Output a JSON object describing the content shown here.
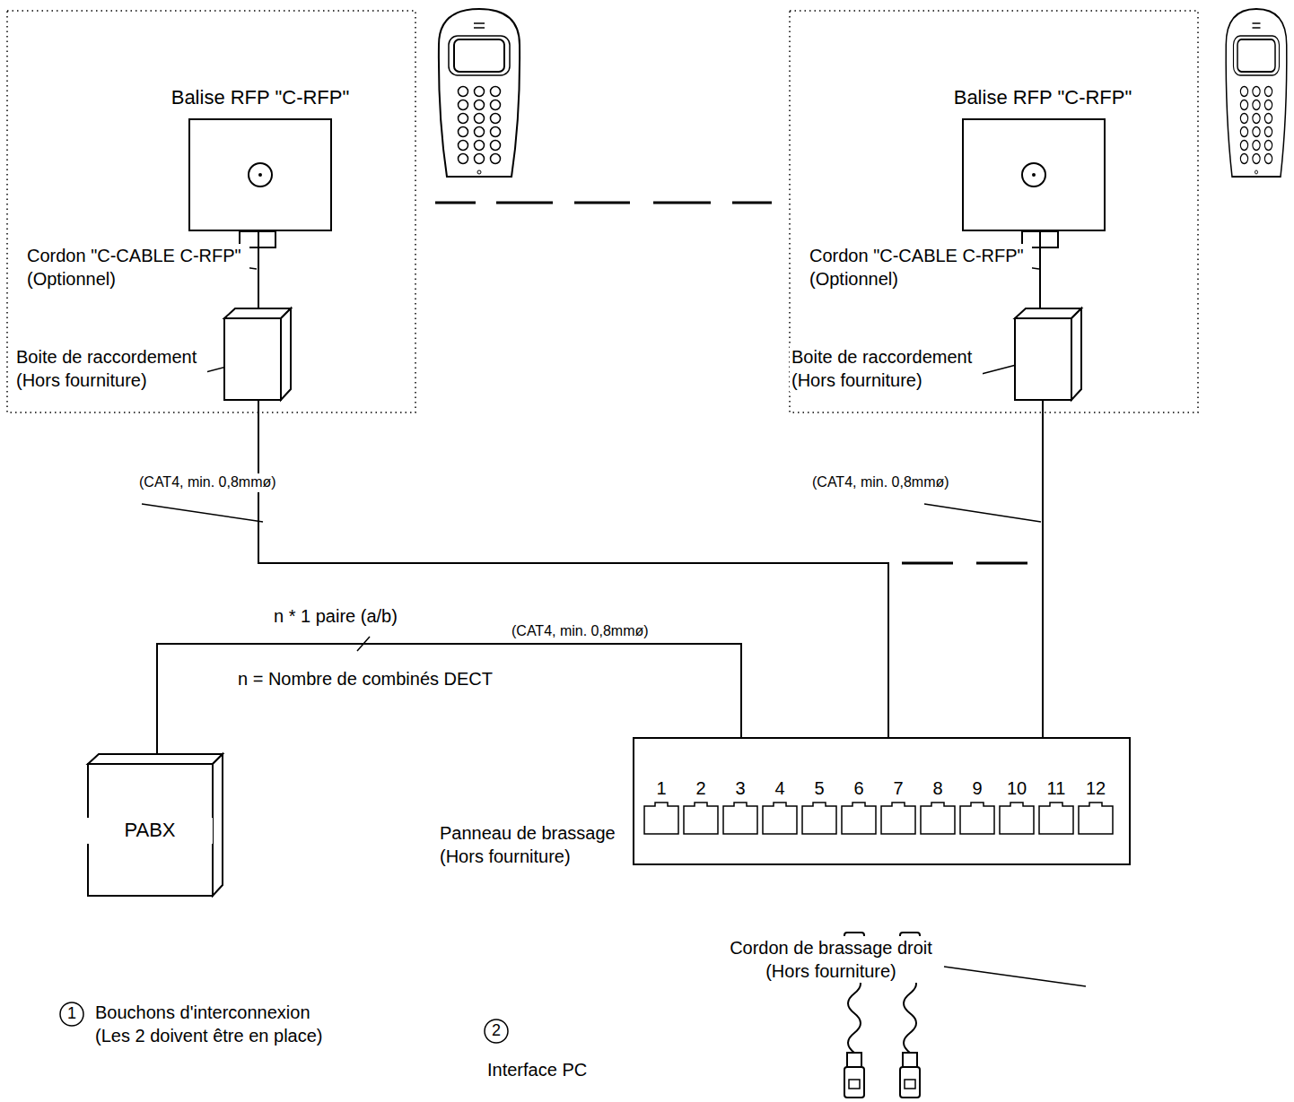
{
  "diagram": {
    "nodes": [
      {
        "text": [
          "Balise RFP \"C-RFP\""
        ]
      },
      {
        "text": [
          "Boite de raccordement (Hors fourniture)"
        ]
      },
      {
        "text": [
          "Balise RFP \"C-RFP\""
        ]
      },
      {
        "text": [
          "Boite de raccordement (Hors fourniture)"
        ]
      },
      {
        "text": [
          "PABX"
        ]
      },
      {
        "text": [
          "Panneau de brassage (Hors fourniture)",
          "1",
          "2",
          "3",
          "4",
          "5",
          "6",
          "7",
          "8",
          "9",
          "10",
          "11",
          "12"
        ]
      }
    ],
    "edges": [
      {
        "from": 0,
        "to": 1,
        "arrow": "none",
        "label": "Cordon \"C-CABLE C-RFP\" (Optionnel)"
      },
      {
        "from": 2,
        "to": 3,
        "arrow": "none",
        "label": "Cordon \"C-CABLE C-RFP\" (Optionnel)"
      },
      {
        "from": 1,
        "to": 5,
        "arrow": "none",
        "label": "(CAT4, min. 0,8mmø)"
      },
      {
        "from": 3,
        "to": 5,
        "arrow": "none",
        "label": "(CAT4, min. 0,8mmø)"
      },
      {
        "from": 4,
        "to": 5,
        "arrow": "none",
        "label": "n * 1 paire (a/b)"
      }
    ],
    "labels": [
      "(CAT4, min. 0,8mmø)",
      "n = Nombre de combinés DECT",
      "Cordon de brassage droit (Hors fourniture)",
      "1",
      "Bouchons d'interconnexion (Les 2 doivent être en place)",
      "2",
      "Interface PC"
    ]
  }
}
